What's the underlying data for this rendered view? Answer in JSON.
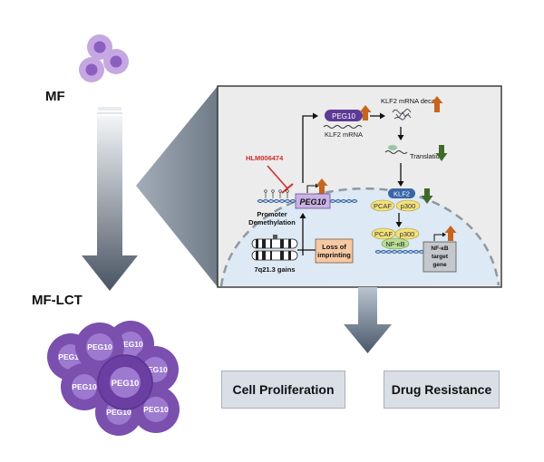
{
  "left": {
    "top_label": "MF",
    "bottom_label": "MF-LCT",
    "cell_protein": "PEG10"
  },
  "panel": {
    "inhibitor": "HLM006474",
    "peg10_protein": "PEG10",
    "klf2_mrna": "KLF2 mRNA",
    "klf2_decay": "KLF2 mRNA decay",
    "translation": "Translation",
    "peg10_gene": "PEG10",
    "promoter": "Promoter",
    "demethylation": "Demethylation",
    "gain_locus": "7q21.3 gains",
    "loi_line1": "Loss of",
    "loi_line2": "imprinting",
    "klf2": "KLF2",
    "pcaf": "PCAF",
    "p300": "p300",
    "nfkb": "NF-κB",
    "target_line1": "NF-κB",
    "target_line2": "target",
    "target_line3": "gene"
  },
  "outcomes": {
    "proliferation": "Cell Proliferation",
    "resistance": "Drug Resistance"
  },
  "colors": {
    "cell_purple": "#8b63b8",
    "nucleus_fill": "#dde9f4",
    "panel_fill": "#ededed",
    "up_arrow": "#c8641e",
    "down_arrow": "#3e6b2a",
    "inhibitor_red": "#d12c2c",
    "klf2_blue": "#3a66a8",
    "pcaf_yellow": "#f2e07a",
    "nfkb_green": "#b9dc93",
    "loi_box": "#f6c9a3",
    "peg10_box": "#c9b2e4"
  },
  "icons": [
    "up-arrow-icon",
    "down-arrow-icon",
    "inhibition-icon",
    "dna-strand-icon",
    "chromosome-icon"
  ]
}
